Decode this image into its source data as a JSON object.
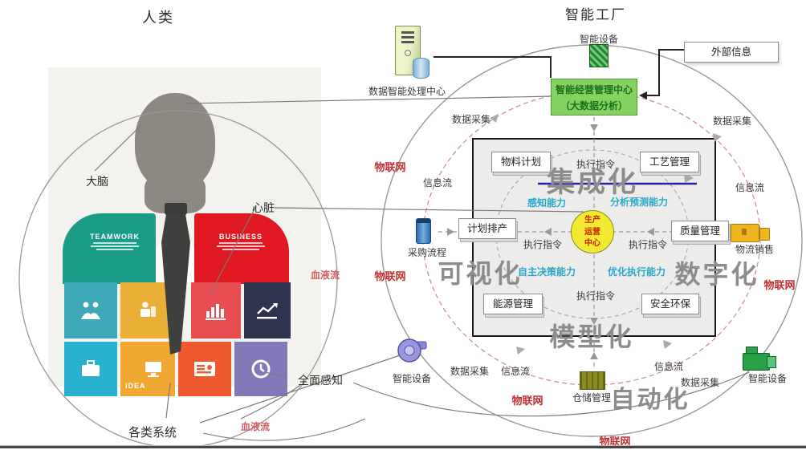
{
  "titles": {
    "human": "人类",
    "factory": "智能工厂"
  },
  "human": {
    "brain": "大脑",
    "heart": "心脏",
    "blood_flow": "血液流",
    "full_perception": "全面感知",
    "various_systems": "各类系统",
    "teamwork": "TEAMWORK",
    "business": "BUSINESS",
    "idea": "IDEA"
  },
  "factory": {
    "data_center": "数据智能处理中心",
    "smart_device": "智能设备",
    "external_info": "外部信息",
    "mgmt_center": {
      "line1": "智能经营管理中心",
      "line2": "（大数据分析）"
    },
    "data_collect": "数据采集",
    "info_flow": "信息流",
    "iot": "物联网",
    "exec_cmd": "执行指令",
    "boxes": {
      "material_plan": "物料计划",
      "process_mgmt": "工艺管理",
      "scheduling": "计划排产",
      "quality": "质量管理",
      "energy": "能源管理",
      "safety": "安全环保"
    },
    "layers": {
      "integration": "集成化",
      "visualization": "可视化",
      "digitization": "数字化",
      "modeling": "模型化",
      "automation": "自动化"
    },
    "abilities": {
      "perception": "感知能力",
      "prediction": "分析预测能力",
      "decision": "自主决策能力",
      "optimization": "优化执行能力"
    },
    "hub": [
      "生产",
      "运营",
      "中心"
    ],
    "procurement": "采购流程",
    "logistics": "物流销售",
    "warehouse": "仓储管理"
  },
  "colors": {
    "accent_green": "#85d263",
    "hub_yellow": "#f2ea32",
    "iot_red": "#c03030",
    "ability_cyan": "#2aa8cc",
    "layer_gray": "#8c8c8c",
    "underline_blue": "#2323a8"
  }
}
